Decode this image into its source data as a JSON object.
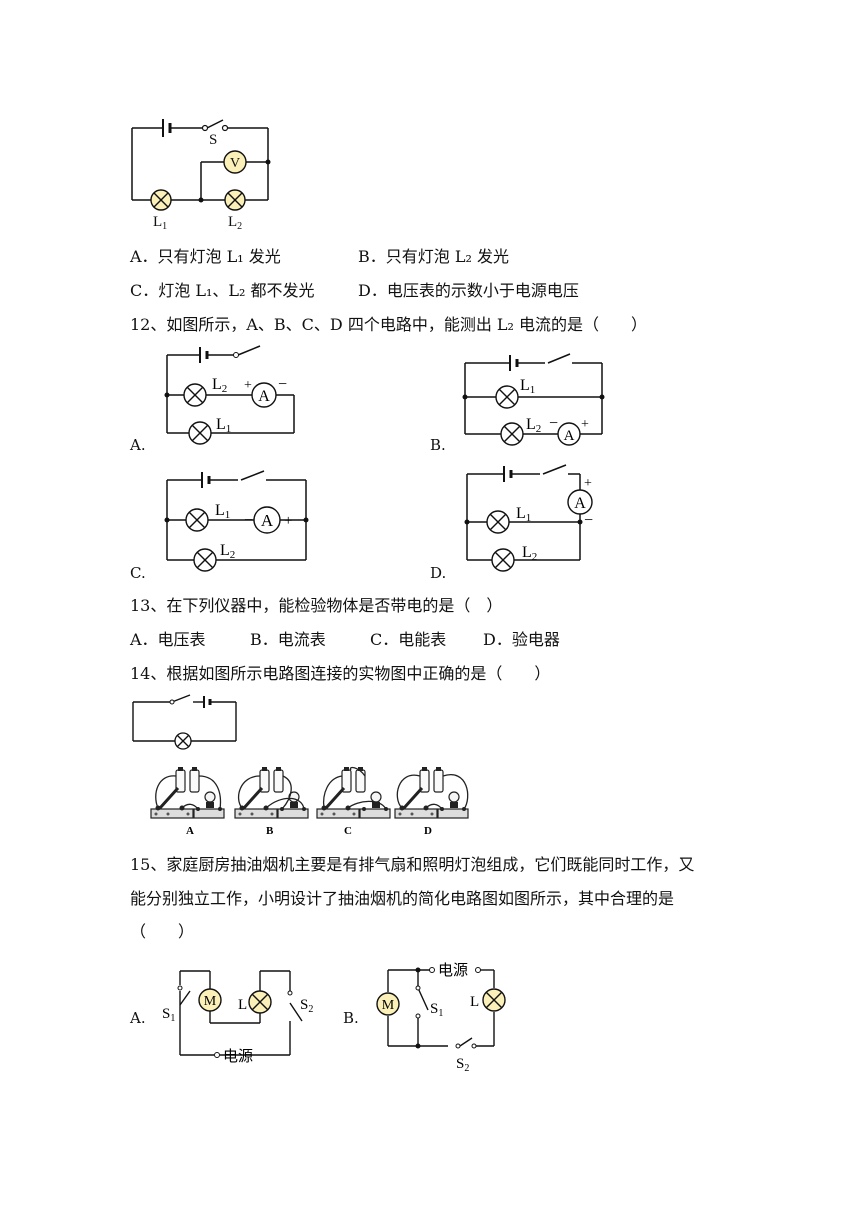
{
  "q11": {
    "options": {
      "A": "A．只有灯泡 L₁ 发光",
      "B": "B．只有灯泡 L₂ 发光",
      "C": "C．灯泡 L₁、L₂ 都不发光",
      "D": "D．电压表的示数小于电源电压"
    },
    "fig": {
      "switch": "S",
      "meter": "V",
      "lamp1": "L1",
      "lamp2": "L2"
    }
  },
  "q12": {
    "question": "12、如图所示，A、B、C、D 四个电路中，能测出 L₂ 电流的是（　　）",
    "labels": [
      "A.",
      "B.",
      "C.",
      "D."
    ],
    "meter": "A",
    "plus": "+",
    "minus": "−",
    "lamp1": "L1",
    "lamp2": "L2"
  },
  "q13": {
    "question": "13、在下列仪器中，能检验物体是否带电的是（　）",
    "options": {
      "A": "A．电压表",
      "B": "B．电流表",
      "C": "C．电能表",
      "D": "D．验电器"
    }
  },
  "q14": {
    "question": "14、根据如图所示电路图连接的实物图中正确的是（　　）",
    "photo_labels": [
      "A",
      "B",
      "C",
      "D"
    ]
  },
  "q15": {
    "question_line1": "15、家庭厨房抽油烟机主要是有排气扇和照明灯泡组成，它们既能同时工作，又",
    "question_line2": "能分别独立工作，小明设计了抽油烟机的简化电路图如图所示，其中合理的是",
    "question_line3": "（　　）",
    "labels": [
      "A.",
      "B."
    ],
    "motor": "M",
    "lamp": "L",
    "s1": "S1",
    "s2": "S2",
    "power": "电源"
  }
}
